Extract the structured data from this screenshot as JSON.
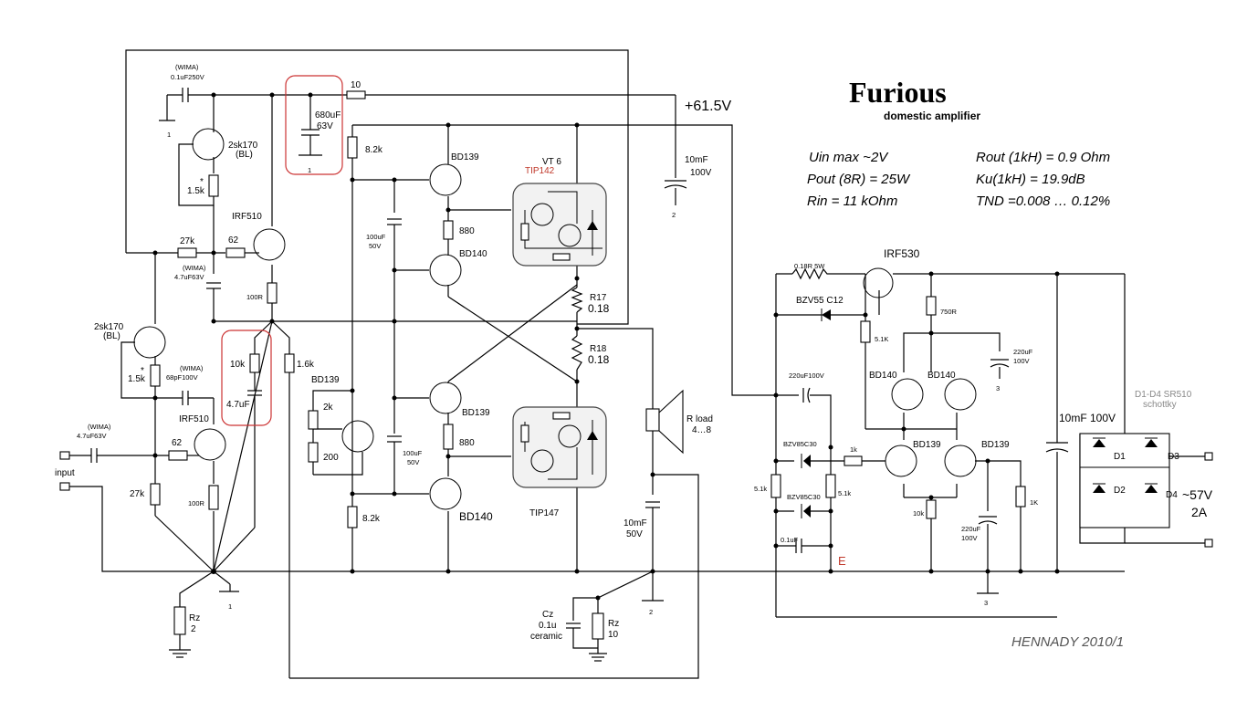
{
  "title": "Furious",
  "subtitle": "domestic amplifier",
  "specs": {
    "uin": "Uin max ~2V",
    "pout": "Pout (8R) = 25W",
    "rin": "Rin =  11 kOhm",
    "rout": "Rout (1kH) =  0.9 Ohm",
    "ku": "Ku(1kH) = 19.9dB",
    "tnd": "TND =0.008 … 0.12%"
  },
  "author": "HENNADY 2010/1",
  "supply": {
    "rail": "+61.5V",
    "ac": "~57V",
    "current": "2A",
    "reg_fet": "IRF530",
    "diodes_note": "D1-D4 SR510",
    "diodes_note2": "schottky",
    "diodes": [
      "D1",
      "D2",
      "D3",
      "D4"
    ],
    "bulk_cap": "10mF 100V",
    "ground_mark": "E"
  },
  "labels": {
    "wima1": "(WIMA)",
    "c1": "0.1uF250V",
    "jfet1": "2sk170",
    "bl1": "(BL)",
    "r1k5a": "1.5k",
    "star1": "*",
    "r27k_top": "27k",
    "r62_top": "62",
    "irf510_top": "IRF510",
    "wima2": "(WIMA)",
    "c2": "4.7uF63V",
    "r100r_top": "100R",
    "jfet2": "2sk170",
    "bl2": "(BL)",
    "r1k5b": "1.5k",
    "star2": "*",
    "wima3": "(WIMA)",
    "c3": "68pF100V",
    "irf510_bot": "IRF510",
    "wima4": "(WIMA)",
    "c4": "4.7uF63V",
    "r62_bot": "62",
    "r27k_bot": "27k",
    "r100r_bot": "100R",
    "input": "input",
    "rz2_a": "Rz",
    "rz2_b": "2",
    "gnd1": "1",
    "c680_a": "680uF",
    "c680_b": "63V",
    "c680_gnd": "1",
    "r10": "10",
    "r8k2_top": "8.2k",
    "r10k": "10k",
    "c47": "4.7uF",
    "r1k6": "1.6k",
    "bd139_a": "BD139",
    "r880_a": "880",
    "bd140_a": "BD140",
    "c100_a": "100uF",
    "c100_av": "50V",
    "vt6": "VT 6",
    "tip142": "TIP142",
    "r17": "R17",
    "r17v": "0.18",
    "r18": "R18",
    "r18v": "0.18",
    "c10mF_top": "10mF",
    "c10mF_topv": "100V",
    "gnd2_top": "2",
    "bd139_vbe": "BD139",
    "r2k": "2k",
    "r200": "200",
    "c100_b": "100uF",
    "c100_bv": "50V",
    "bd139_b": "BD139",
    "r880_b": "880",
    "bd140_b": "BD140",
    "r8k2_bot": "8.2k",
    "tip147": "TIP147",
    "rload": "R load",
    "rload_v": "4…8",
    "c10mF_out": "10mF",
    "c10mF_outv": "50V",
    "gnd2_out": "2",
    "cz": "Cz",
    "cz_v": "0.1u",
    "cz_t": "ceramic",
    "rz10_a": "Rz",
    "rz10_b": "10",
    "r018_5w": "0.18R 5W",
    "bzv55": "BZV55 C12",
    "r750": "750R",
    "r5k1_a": "5.1K",
    "c220_100": "220uF100V",
    "c220_a": "220uF",
    "c220_av": "100V",
    "gnd3_a": "3",
    "bd140_r1": "BD140",
    "bd140_r2": "BD140",
    "bzv85_a": "BZV85C30",
    "bzv85_b": "BZV85C30",
    "r5k1_b": "5.1k",
    "r5k1_c": "5.1k",
    "r1k": "1k",
    "bd139_r1": "BD139",
    "bd139_r2": "BD139",
    "c01uF": "0.1uF",
    "r10k_r": "10k",
    "c220_b": "220uF",
    "c220_bv": "100V",
    "r1K_r": "1K",
    "gnd3_b": "3"
  }
}
